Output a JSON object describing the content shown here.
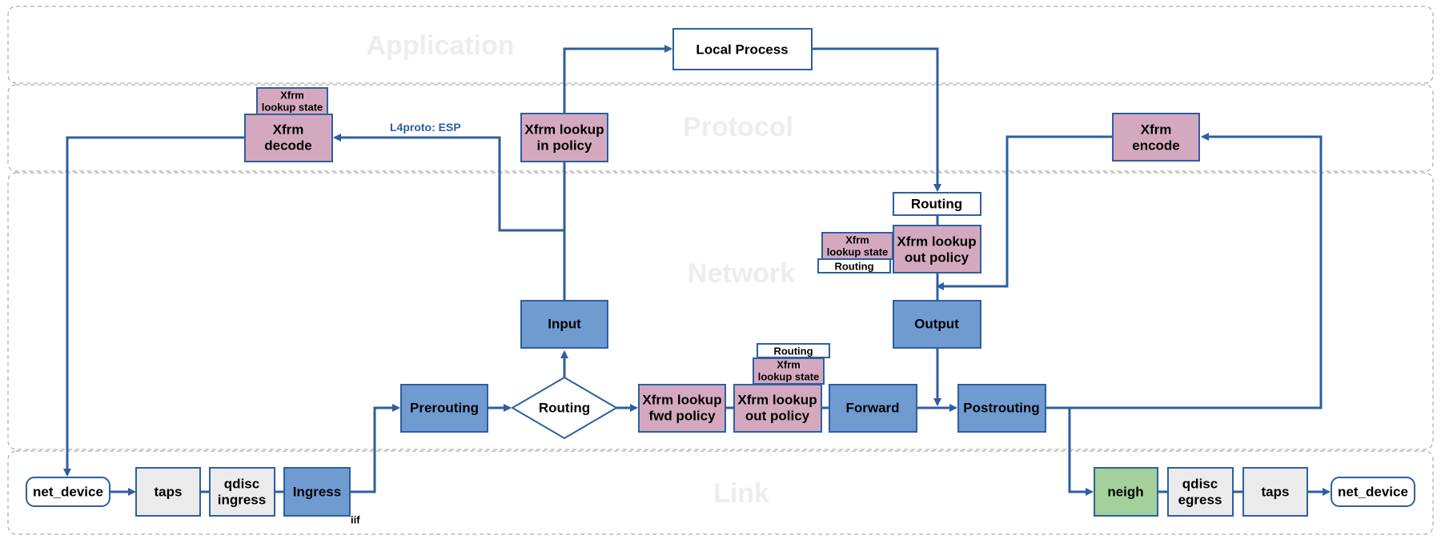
{
  "colors": {
    "edge": "#2e5f9f",
    "process_fill": "#6f9bd1",
    "process_stroke": "#2e5f9f",
    "xfrm_fill": "#d4a9bf",
    "xfrm_stroke": "#2e5f9f",
    "plain_fill": "#ffffff",
    "grey_fill": "#ebebeb",
    "neigh_fill": "#a4d09a",
    "layer_border": "#9a9a9a",
    "layer_text": "#ededed"
  },
  "layers": {
    "application": "Application",
    "protocol": "Protocol",
    "network": "Network",
    "link": "Link"
  },
  "nodes": {
    "local_process": "Local Process",
    "xfrm_decode": [
      "Xfrm",
      "decode"
    ],
    "xfrm_decode_state": [
      "Xfrm",
      "lookup state"
    ],
    "xfrm_in_policy": [
      "Xfrm lookup",
      "in policy"
    ],
    "xfrm_encode": [
      "Xfrm",
      "encode"
    ],
    "routing_out": "Routing",
    "xfrm_out_policy_local": [
      "Xfrm lookup",
      "out policy"
    ],
    "xfrm_state_local": [
      "Xfrm",
      "lookup state"
    ],
    "routing_local_small": "Routing",
    "input": "Input",
    "output": "Output",
    "prerouting": "Prerouting",
    "routing_decision": "Routing",
    "xfrm_fwd_policy": [
      "Xfrm lookup",
      "fwd policy"
    ],
    "xfrm_out_policy_fwd": [
      "Xfrm lookup",
      "out policy"
    ],
    "routing_fwd_small": "Routing",
    "xfrm_state_fwd": [
      "Xfrm",
      "lookup state"
    ],
    "forward": "Forward",
    "postrouting": "Postrouting",
    "net_device_in": "net_device",
    "taps_in": "taps",
    "qdisc_ingress": [
      "qdisc",
      "ingress"
    ],
    "ingress": "Ingress",
    "neigh": "neigh",
    "qdisc_egress": [
      "qdisc",
      "egress"
    ],
    "taps_out": "taps",
    "net_device_out": "net_device"
  },
  "labels": {
    "l4proto": "L4proto: ESP",
    "iif": "iif"
  }
}
